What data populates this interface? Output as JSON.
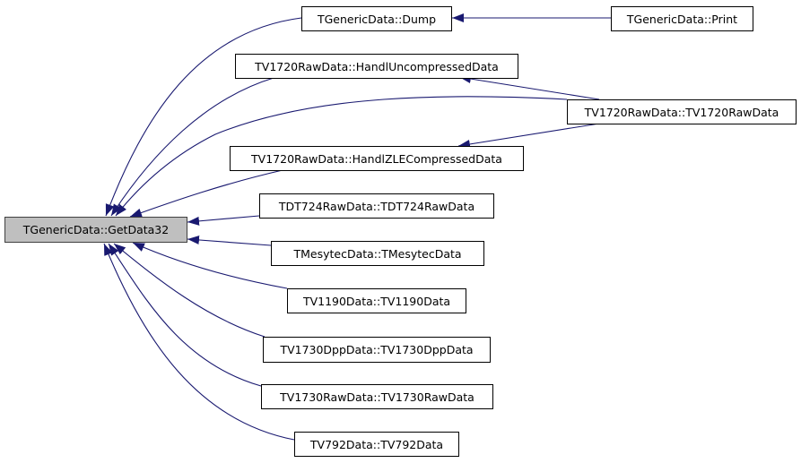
{
  "colors": {
    "edge": "#191970",
    "root_fill": "#bfbfbf",
    "node_border": "#000000"
  },
  "nodes": {
    "root": "TGenericData::GetData32",
    "dump": "TGenericData::Dump",
    "print": "TGenericData::Print",
    "handl_uncompressed": "TV1720RawData::HandlUncompressedData",
    "tv1720_ctor": "TV1720RawData::TV1720RawData",
    "handl_zle": "TV1720RawData::HandlZLECompressedData",
    "tdt724_ctor": "TDT724RawData::TDT724RawData",
    "tmesytec_ctor": "TMesytecData::TMesytecData",
    "tv1190_ctor": "TV1190Data::TV1190Data",
    "tv1730dpp_ctor": "TV1730DppData::TV1730DppData",
    "tv1730raw_ctor": "TV1730RawData::TV1730RawData",
    "tv792_ctor": "TV792Data::TV792Data"
  },
  "edges": [
    {
      "from": "dump",
      "to": "root"
    },
    {
      "from": "handl_uncompressed",
      "to": "root"
    },
    {
      "from": "tv1720_ctor",
      "to": "root"
    },
    {
      "from": "handl_zle",
      "to": "root"
    },
    {
      "from": "tdt724_ctor",
      "to": "root"
    },
    {
      "from": "tmesytec_ctor",
      "to": "root"
    },
    {
      "from": "tv1190_ctor",
      "to": "root"
    },
    {
      "from": "tv1730dpp_ctor",
      "to": "root"
    },
    {
      "from": "tv1730raw_ctor",
      "to": "root"
    },
    {
      "from": "tv792_ctor",
      "to": "root"
    },
    {
      "from": "print",
      "to": "dump"
    },
    {
      "from": "tv1720_ctor",
      "to": "handl_uncompressed"
    },
    {
      "from": "tv1720_ctor",
      "to": "handl_zle"
    }
  ]
}
